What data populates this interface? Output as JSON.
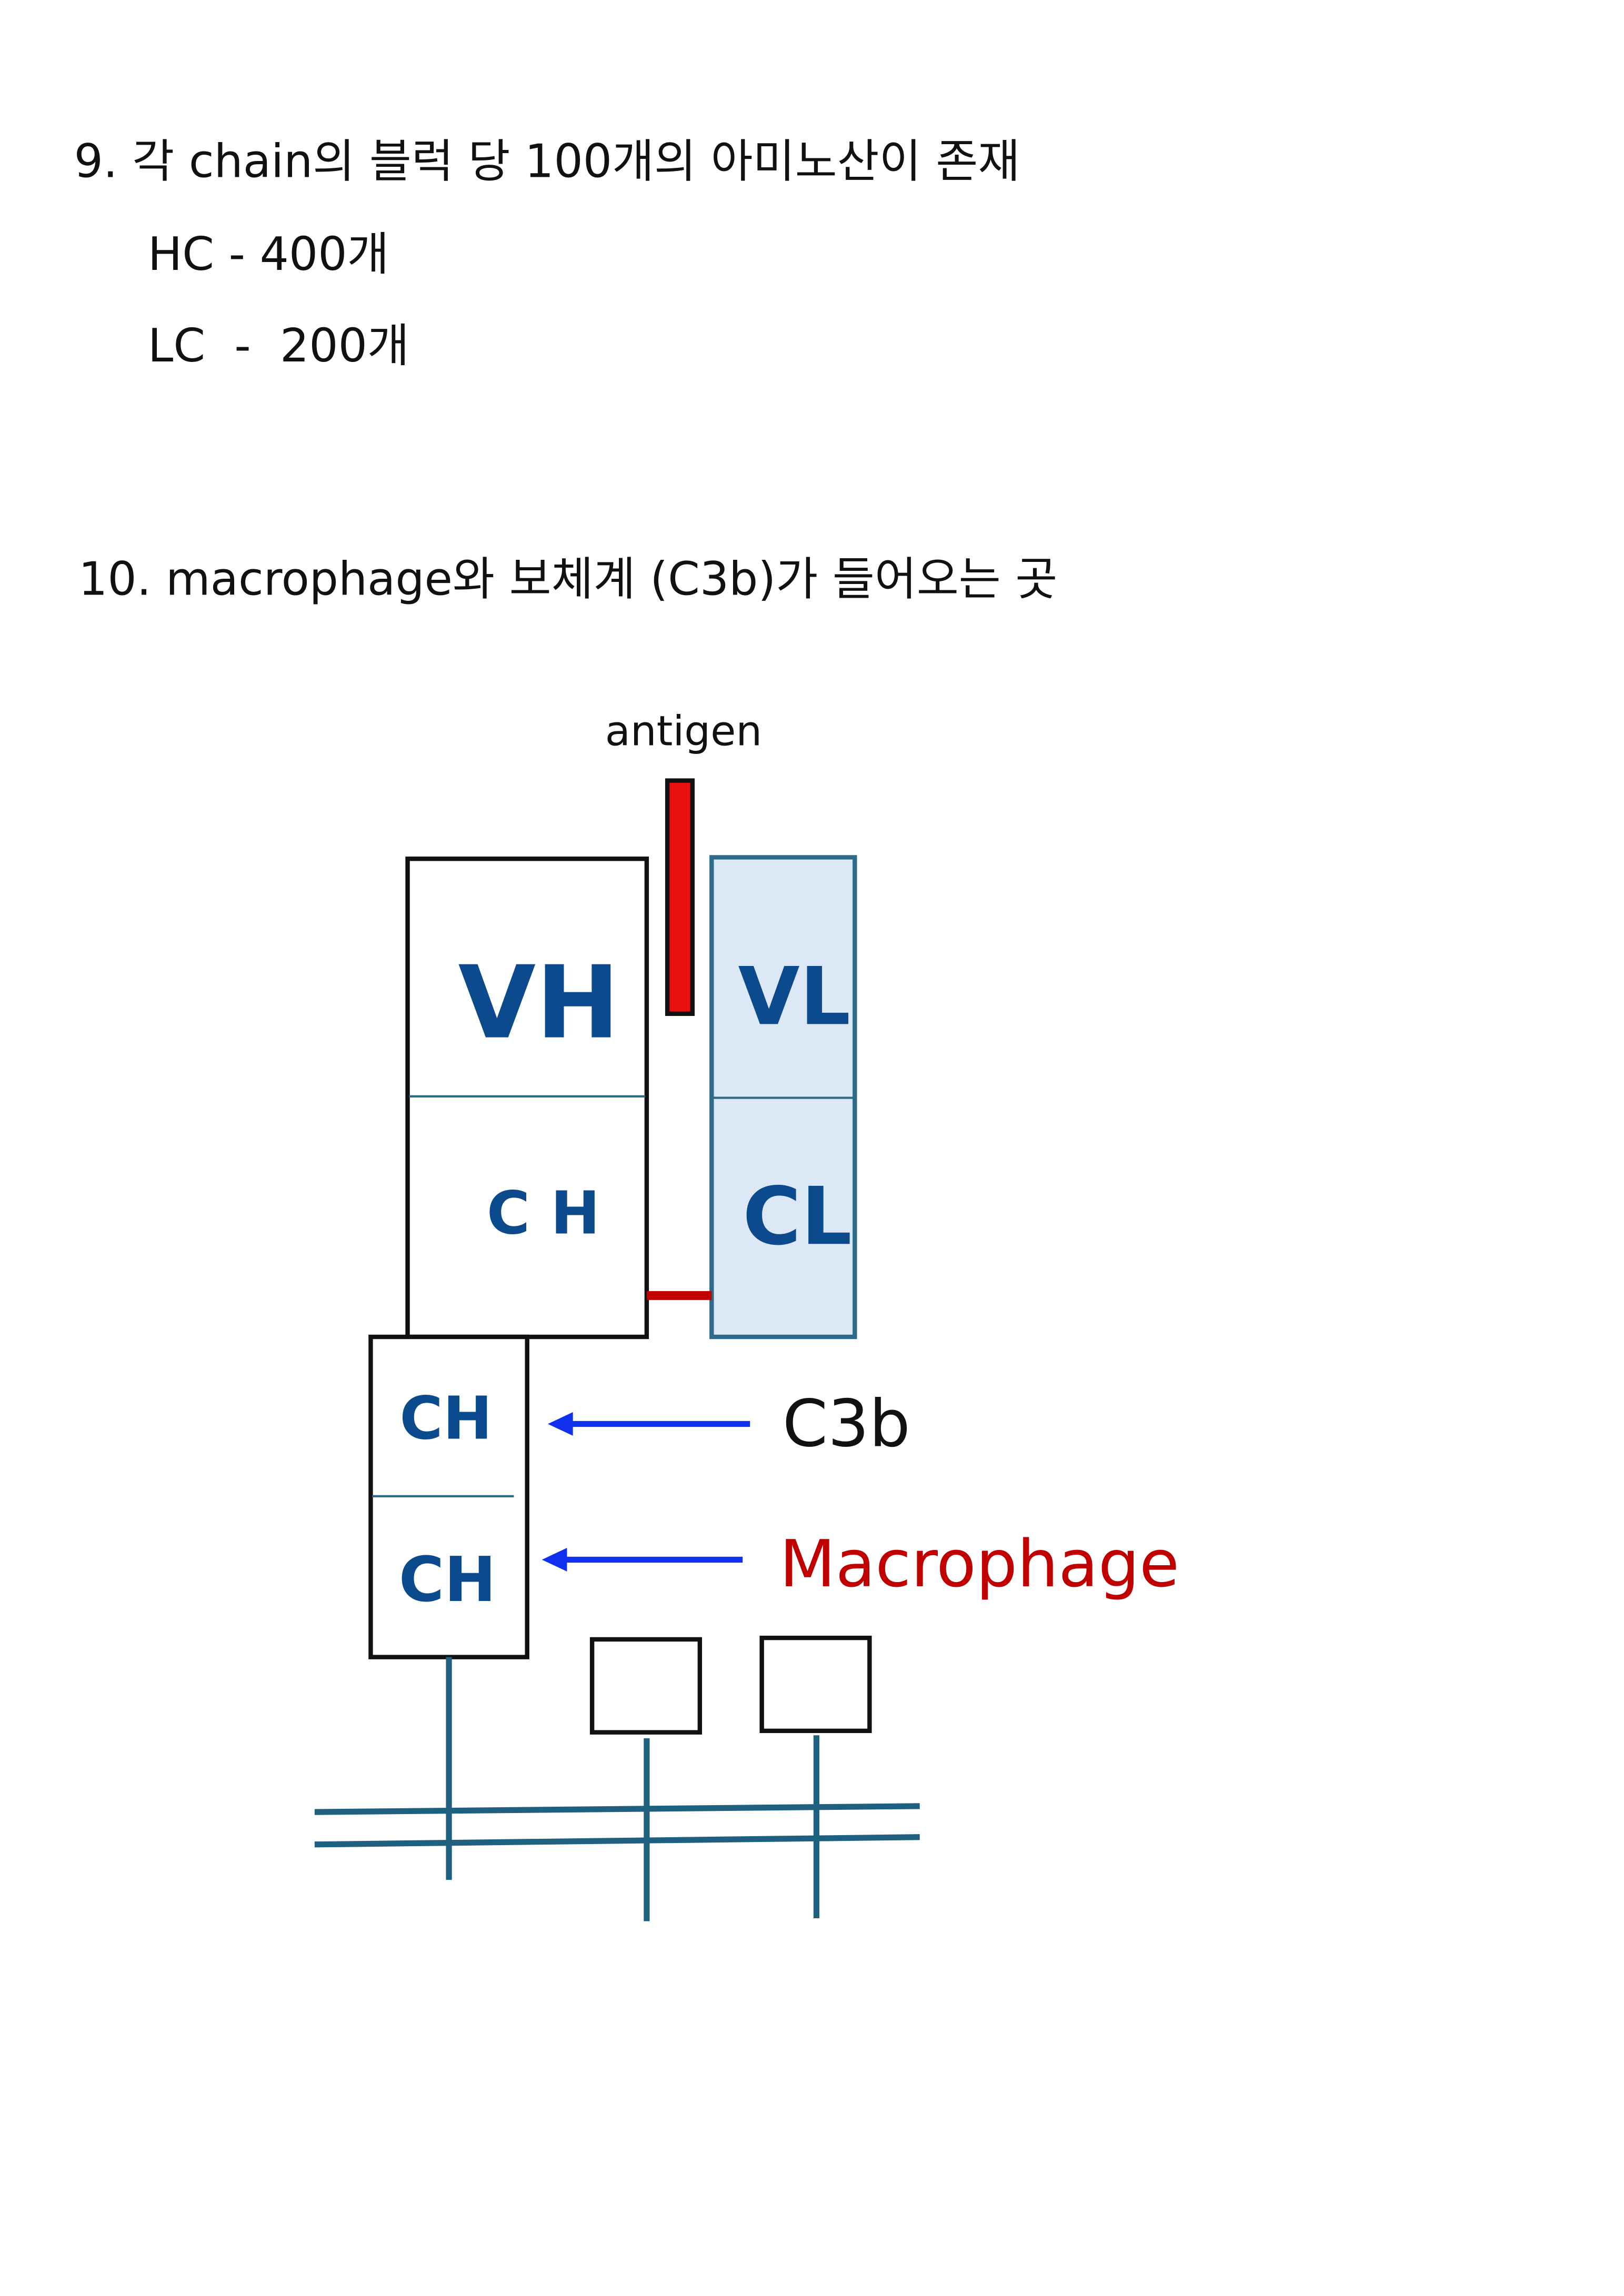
{
  "notes": {
    "item9_title": "9. 각 chain의 블럭 당 100개의 아미노산이 존재",
    "item9_hc": "HC - 400개",
    "item9_lc": "LC  -  200개",
    "item10_title": "10. macrophage와 보체계 (C3b)가 들어오는 곳"
  },
  "diagram": {
    "antigen_label": "antigen",
    "vh_label": "VH",
    "ch_upper_label": "C H",
    "vl_label": "VL",
    "cl_label": "CL",
    "ch_mid_label": "CH",
    "ch_low_label": "CH",
    "c3b_label": "C3b",
    "macrophage_label": "Macrophage",
    "colors": {
      "antigen": "#e81010",
      "light_chain_fill": "#dce8f6",
      "light_chain_stroke": "#2e6b8a",
      "arrow": "#1030f0",
      "macrophage_text": "#c00000",
      "membrane": "#1f6080",
      "handwriting": "#0b4a8c"
    }
  }
}
